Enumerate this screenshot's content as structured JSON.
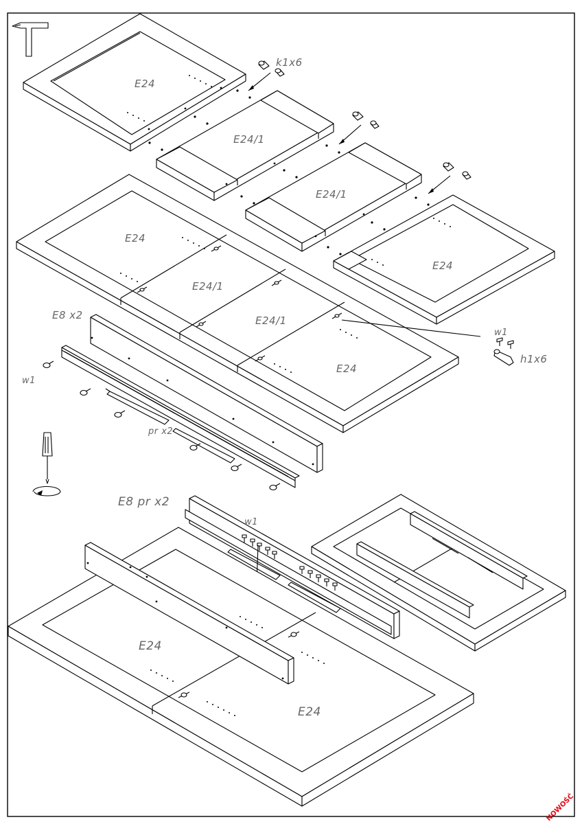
{
  "labels": {
    "e24_top": "E24",
    "k1x6": "k1x6",
    "e24_1_a": "E24/1",
    "e24_1_b": "E24/1",
    "e24_left": "E24",
    "e24_right_upper": "E24",
    "e24_1_c": "E24/1",
    "e24_1_d": "E24/1",
    "e24_mid_bottom": "E24",
    "e8_x2": "E8 x2",
    "w1_left": "w1",
    "w1_right": "w1",
    "h1x6": "h1x6",
    "pr_x2": "pr x2",
    "e8_pr_x2": "E8 pr x2",
    "w1_bottom": "w1",
    "e24_bottom_left": "E24",
    "e24_bottom_right": "E24"
  },
  "badge": {
    "text": "NOWOŚĆ",
    "color": "#e30613"
  },
  "tools": {
    "hammer": "hammer-icon",
    "screwdriver": "screwdriver-icon"
  }
}
